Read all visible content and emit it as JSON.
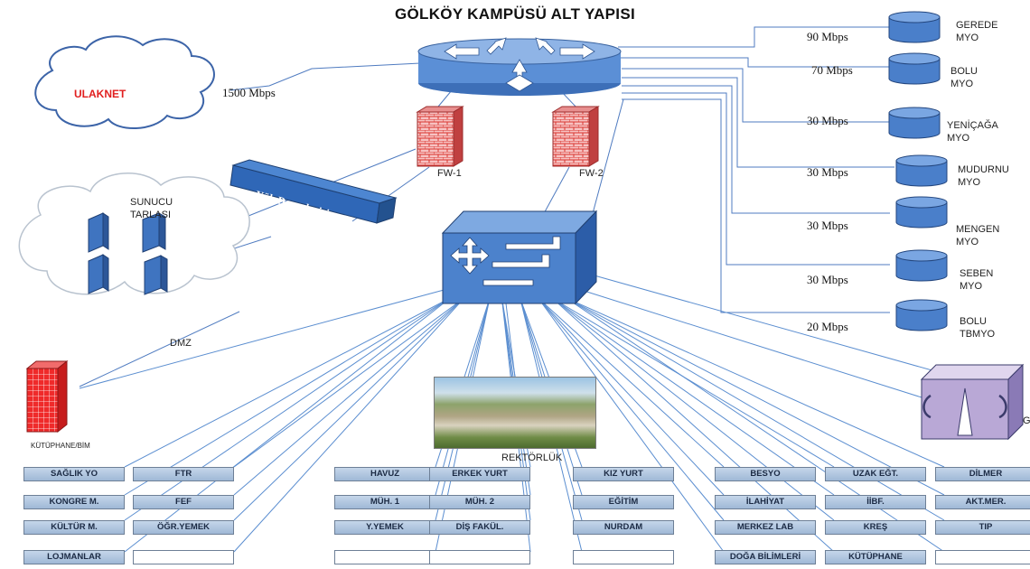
{
  "title": "GÖLKÖY KAMPÜSÜ ALT YAPISI",
  "ulaknet": {
    "label": "ULAKNET",
    "link_speed": "1500 Mbps"
  },
  "sunucu": {
    "label_line1": "SUNUCU",
    "label_line2": "TARLASI"
  },
  "load_balancer": "Yük Dengeleyici",
  "firewalls": {
    "fw1": "FW-1",
    "fw2": "FW-2"
  },
  "dmz": "DMZ",
  "kutuphane_bim": "KÜTÜPHANE/BİM",
  "rektorluk": "REKTÖRLÜK",
  "g_label": "G",
  "remote_sites": [
    {
      "speed": "90 Mbps",
      "name_line1": "GEREDE",
      "name_line2": "MYO"
    },
    {
      "speed": "70 Mbps",
      "name_line1": "BOLU",
      "name_line2": "MYO"
    },
    {
      "speed": "30 Mbps",
      "name_line1": "YENİÇAĞA",
      "name_line2": "MYO"
    },
    {
      "speed": "30 Mbps",
      "name_line1": "MUDURNU",
      "name_line2": "MYO"
    },
    {
      "speed": "30 Mbps",
      "name_line1": "MENGEN",
      "name_line2": "MYO"
    },
    {
      "speed": "30 Mbps",
      "name_line1": "SEBEN",
      "name_line2": "MYO"
    },
    {
      "speed": "20 Mbps",
      "name_line1": "BOLU",
      "name_line2": "TBMYO"
    }
  ],
  "buildings": [
    [
      "SAĞLIK YO",
      "FTR",
      "HAVUZ",
      "ERKEK YURT",
      "KIZ YURT",
      "BESYO",
      "UZAK EĞT.",
      "DİLMER"
    ],
    [
      "KONGRE M.",
      "FEF",
      "MÜH. 1",
      "MÜH.  2",
      "EĞİTİM",
      "İLAHİYAT",
      "İİBF.",
      "AKT.MER."
    ],
    [
      "KÜLTÜR M.",
      "ÖĞR.YEMEK",
      "Y.YEMEK",
      "DİŞ FAKÜL.",
      "NURDAM",
      "MERKEZ LAB",
      "KREŞ",
      "TIP"
    ],
    [
      "LOJMANLAR",
      "",
      "",
      "",
      "",
      "DOĞA BİLİMLERİ",
      "KÜTÜPHANE",
      ""
    ]
  ]
}
